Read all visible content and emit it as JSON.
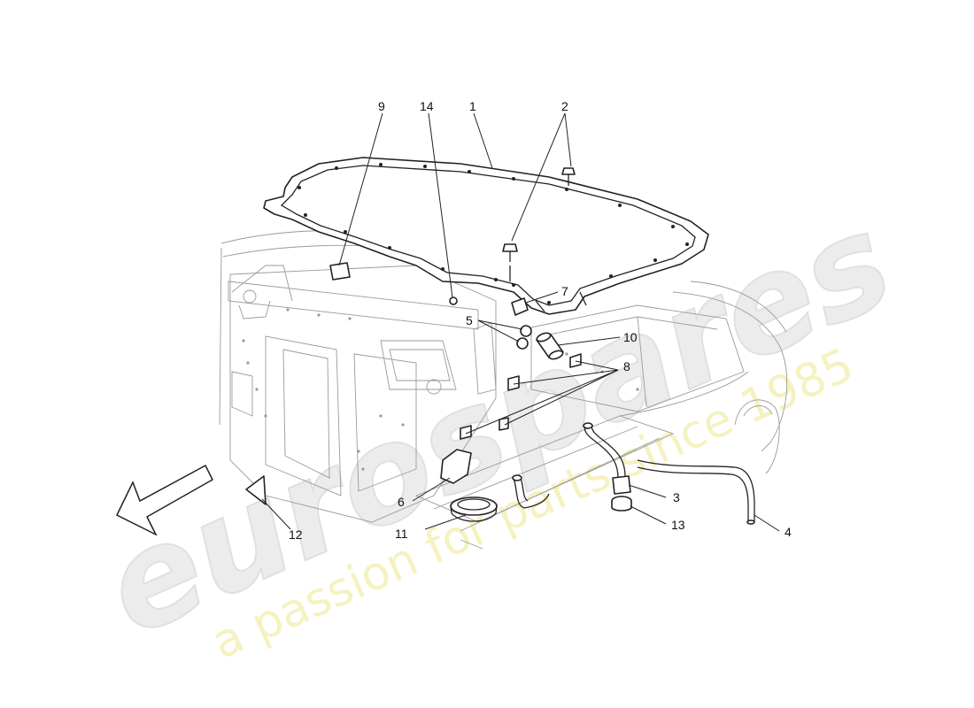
{
  "watermark": {
    "brand": "eurospares",
    "tagline": "a passion for parts since 1985"
  },
  "callouts": [
    {
      "id": "c1",
      "label": "1"
    },
    {
      "id": "c2",
      "label": "2"
    },
    {
      "id": "c3",
      "label": "3"
    },
    {
      "id": "c4",
      "label": "4"
    },
    {
      "id": "c5",
      "label": "5"
    },
    {
      "id": "c6",
      "label": "6"
    },
    {
      "id": "c7",
      "label": "7"
    },
    {
      "id": "c8",
      "label": "8"
    },
    {
      "id": "c9",
      "label": "9"
    },
    {
      "id": "c10",
      "label": "10"
    },
    {
      "id": "c11",
      "label": "11"
    },
    {
      "id": "c12",
      "label": "12"
    },
    {
      "id": "c13",
      "label": "13"
    },
    {
      "id": "c14",
      "label": "14"
    }
  ]
}
